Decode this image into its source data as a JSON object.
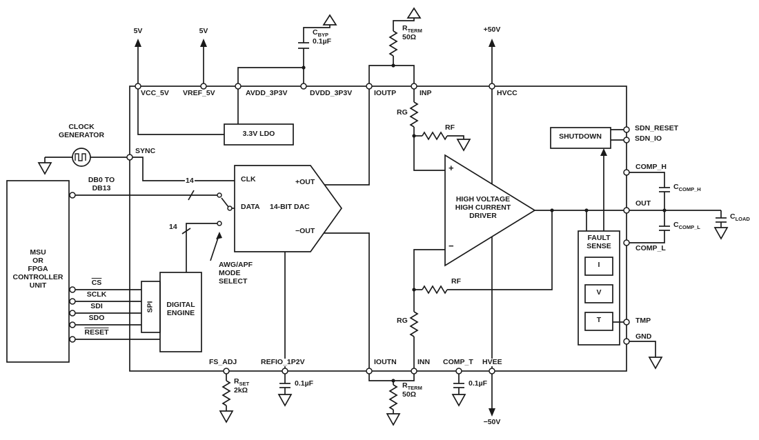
{
  "colors": {
    "ink": "#1a1a1a",
    "bg": "#ffffff"
  },
  "supplies": {
    "v5a": "5V",
    "v5b": "5V",
    "p50v": "+50V",
    "n50v": "−50V"
  },
  "pins": {
    "top": {
      "vcc5": "VCC_5V",
      "vref5": "VREF_5V",
      "avdd": "AVDD_3P3V",
      "dvdd": "DVDD_3P3V",
      "ioutp": "IOUTP",
      "inp": "INP",
      "hvcc": "HVCC"
    },
    "bottom": {
      "fsadj": "FS_ADJ",
      "refio": "REFIO_1P2V",
      "ioutn": "IOUTN",
      "inn": "INN",
      "compt": "COMP_T",
      "hvee": "HVEE"
    },
    "right": {
      "sdnreset": "SDN_RESET",
      "sdnio": "SDN_IO",
      "comph": "COMP_H",
      "out": "OUT",
      "compl": "COMP_L",
      "tmp": "TMP",
      "gnd": "GND"
    },
    "left": {
      "sync": "SYNC",
      "db1": "DB0 TO",
      "db2": "DB13",
      "cs": "CS",
      "sclk": "SCLK",
      "sdi": "SDI",
      "sdo": "SDO",
      "reset": "RESET"
    }
  },
  "blocks": {
    "msu1": "MSU",
    "msu2": "OR",
    "msu3": "FPGA",
    "msu4": "CONTROLLER",
    "msu5": "UNIT",
    "clock1": "CLOCK",
    "clock2": "GENERATOR",
    "ldo": "3.3V LDO",
    "spi": "SPI",
    "de1": "DIGITAL",
    "de2": "ENGINE",
    "dac_clk": "CLK",
    "dac_data": "DATA",
    "dac_title": "14-BIT DAC",
    "dac_pout": "+OUT",
    "dac_nout": "−OUT",
    "drv1": "HIGH VOLTAGE",
    "drv2": "HIGH CURRENT",
    "drv3": "DRIVER",
    "drv_plus": "+",
    "drv_minus": "−",
    "shutdown": "SHUTDOWN",
    "fault1": "FAULT",
    "fault2": "SENSE",
    "fault_i": "I",
    "fault_v": "V",
    "fault_t": "T",
    "awg1": "AWG/APF",
    "awg2": "MODE",
    "awg3": "SELECT"
  },
  "components": {
    "cbyp_name": "C",
    "cbyp_sub": "BYP",
    "cbyp_val": "0.1µF",
    "rterm_top_name": "R",
    "rterm_top_sub": "TERM",
    "rterm_top_val": "50Ω",
    "rterm_bot_name": "R",
    "rterm_bot_sub": "TERM",
    "rterm_bot_val": "50Ω",
    "rset_name": "R",
    "rset_sub": "SET",
    "rset_val": "2kΩ",
    "refio_cap_val": "0.1µF",
    "compt_cap_val": "0.1µF",
    "ccomph_name": "C",
    "ccomph_sub": "COMP_H",
    "ccompl_name": "C",
    "ccompl_sub": "COMP_L",
    "cload_name": "C",
    "cload_sub": "LOAD",
    "rg_top": "RG",
    "rf_top": "RF",
    "rg_bot": "RG",
    "rf_bot": "RF",
    "bus14_top": "14",
    "bus14_bot": "14"
  }
}
